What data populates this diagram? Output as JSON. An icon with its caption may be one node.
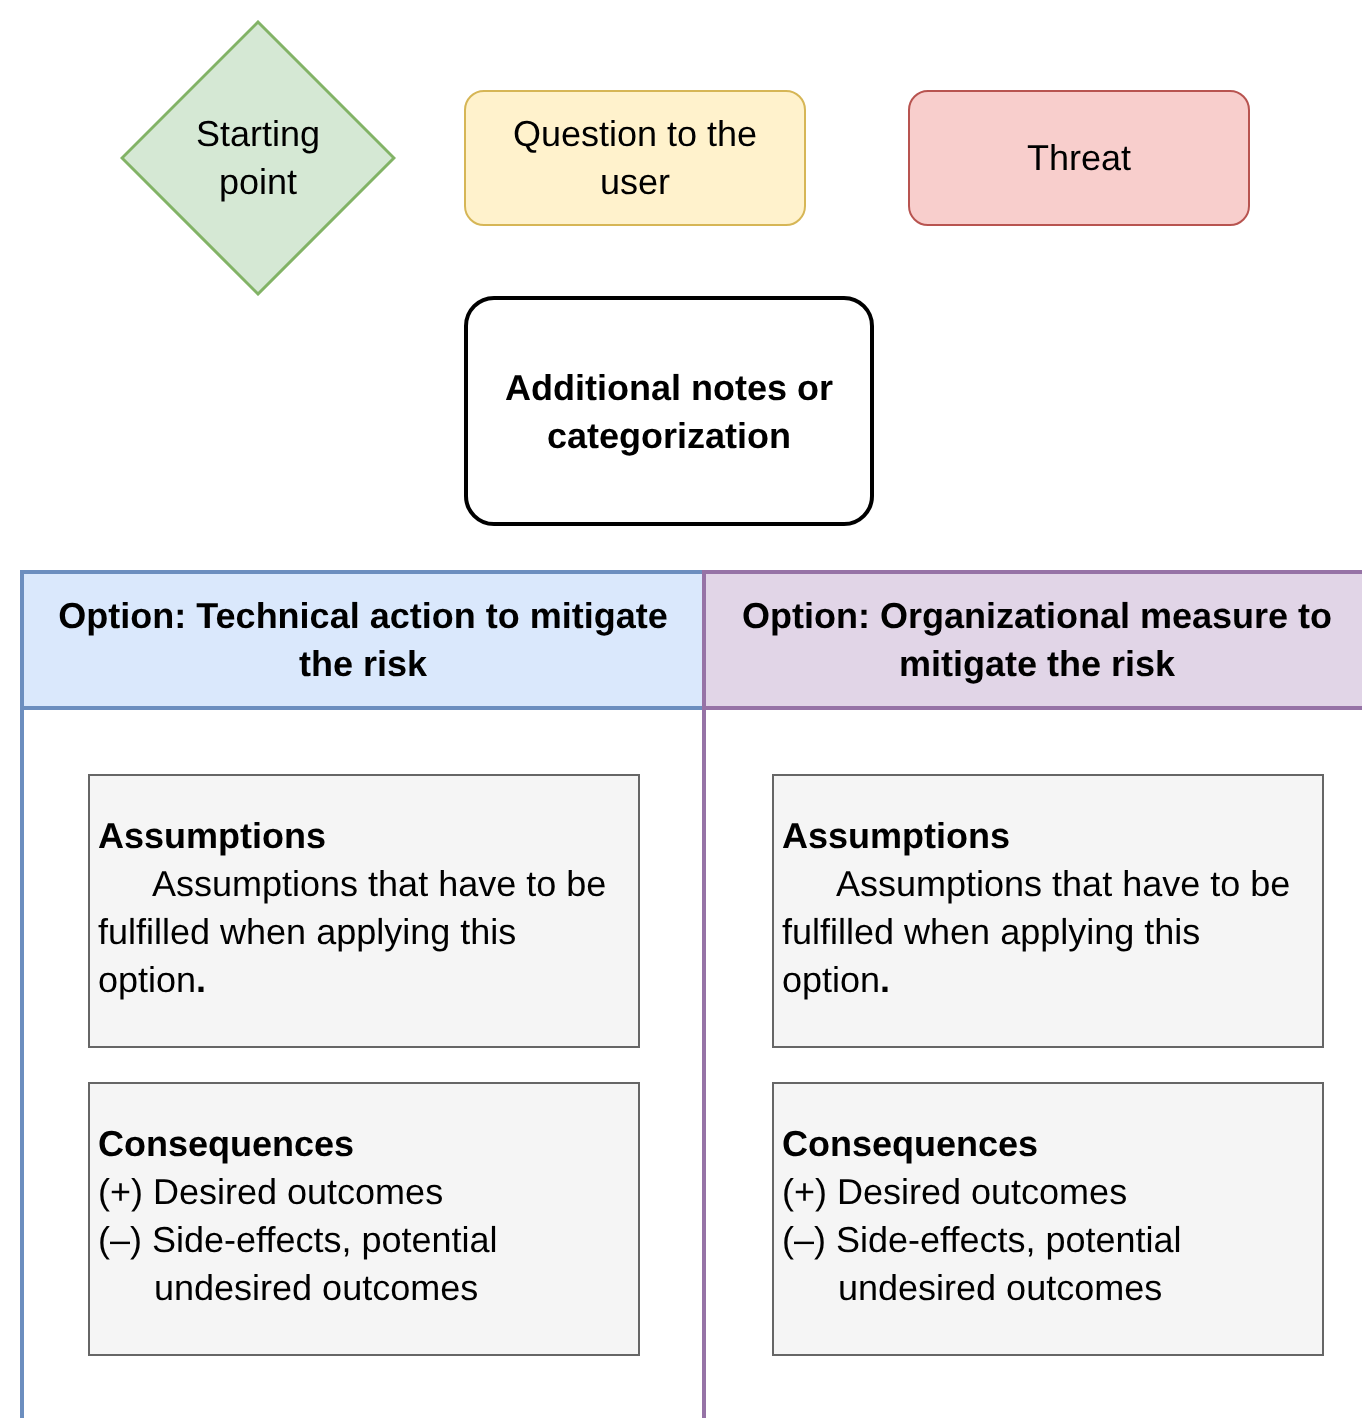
{
  "diagram": {
    "nodes": [
      {
        "text": [
          "Starting point"
        ]
      },
      {
        "text": [
          "Question to the user"
        ]
      },
      {
        "text": [
          "Threat"
        ]
      },
      {
        "text": [
          "Additional notes or categorization"
        ]
      },
      {
        "text": [
          "Option: Technical action to mitigate the risk"
        ]
      },
      {
        "text": [
          "Assumptions",
          "Assumptions that have to be fulfilled when applying this option**.**"
        ],
        "in": 4
      },
      {
        "text": [
          "Consequences",
          "(+) Desired outcomes",
          "(–) Side-effects, potential undesired outcomes"
        ],
        "in": 4
      },
      {
        "text": [
          "Option: Organizational measure to mitigate the risk"
        ]
      },
      {
        "text": [
          "Assumptions",
          "Assumptions that have to be fulfilled when applying this option**.**"
        ],
        "in": 7
      },
      {
        "text": [
          "Consequences",
          "(+) Desired outcomes",
          "(–) Side-effects, potential undesired outcomes"
        ],
        "in": 7
      }
    ],
    "edges": []
  }
}
